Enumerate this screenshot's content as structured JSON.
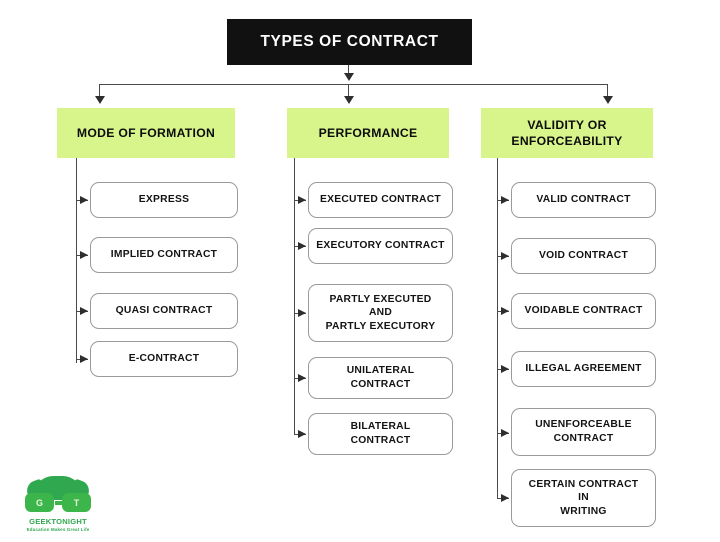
{
  "diagram": {
    "root": {
      "label": "TYPES OF CONTRACT"
    },
    "colors": {
      "root_bg": "#111111",
      "root_text": "#ffffff",
      "category_bg": "#d8f58c",
      "leaf_border": "#9a9a9a",
      "connector": "#4a4a4a",
      "logo_green": "#2fa84f"
    },
    "branches": [
      {
        "header": "MODE OF FORMATION",
        "items": [
          {
            "label": "EXPRESS"
          },
          {
            "label": "IMPLIED CONTRACT"
          },
          {
            "label": "QUASI CONTRACT"
          },
          {
            "label": "E-CONTRACT"
          }
        ]
      },
      {
        "header": "PERFORMANCE",
        "items": [
          {
            "label": "EXECUTED CONTRACT"
          },
          {
            "label": "EXECUTORY CONTRACT"
          },
          {
            "label": "PARTLY EXECUTED\nAND\nPARTLY EXECUTORY"
          },
          {
            "label": "UNILATERAL\nCONTRACT"
          },
          {
            "label": "BILATERAL\nCONTRACT"
          }
        ]
      },
      {
        "header": "VALIDITY OR\nENFORCEABILITY",
        "items": [
          {
            "label": "VALID CONTRACT"
          },
          {
            "label": "VOID CONTRACT"
          },
          {
            "label": "VOIDABLE CONTRACT"
          },
          {
            "label": "ILLEGAL AGREEMENT"
          },
          {
            "label": "UNENFORCEABLE\nCONTRACT"
          },
          {
            "label": "CERTAIN CONTRACT\nIN\nWRITING"
          }
        ]
      }
    ]
  },
  "logo": {
    "lens_left_text": "G",
    "lens_right_text": "T",
    "name": "GEEKTONIGHT",
    "tagline": "Education Makes Great Life"
  }
}
